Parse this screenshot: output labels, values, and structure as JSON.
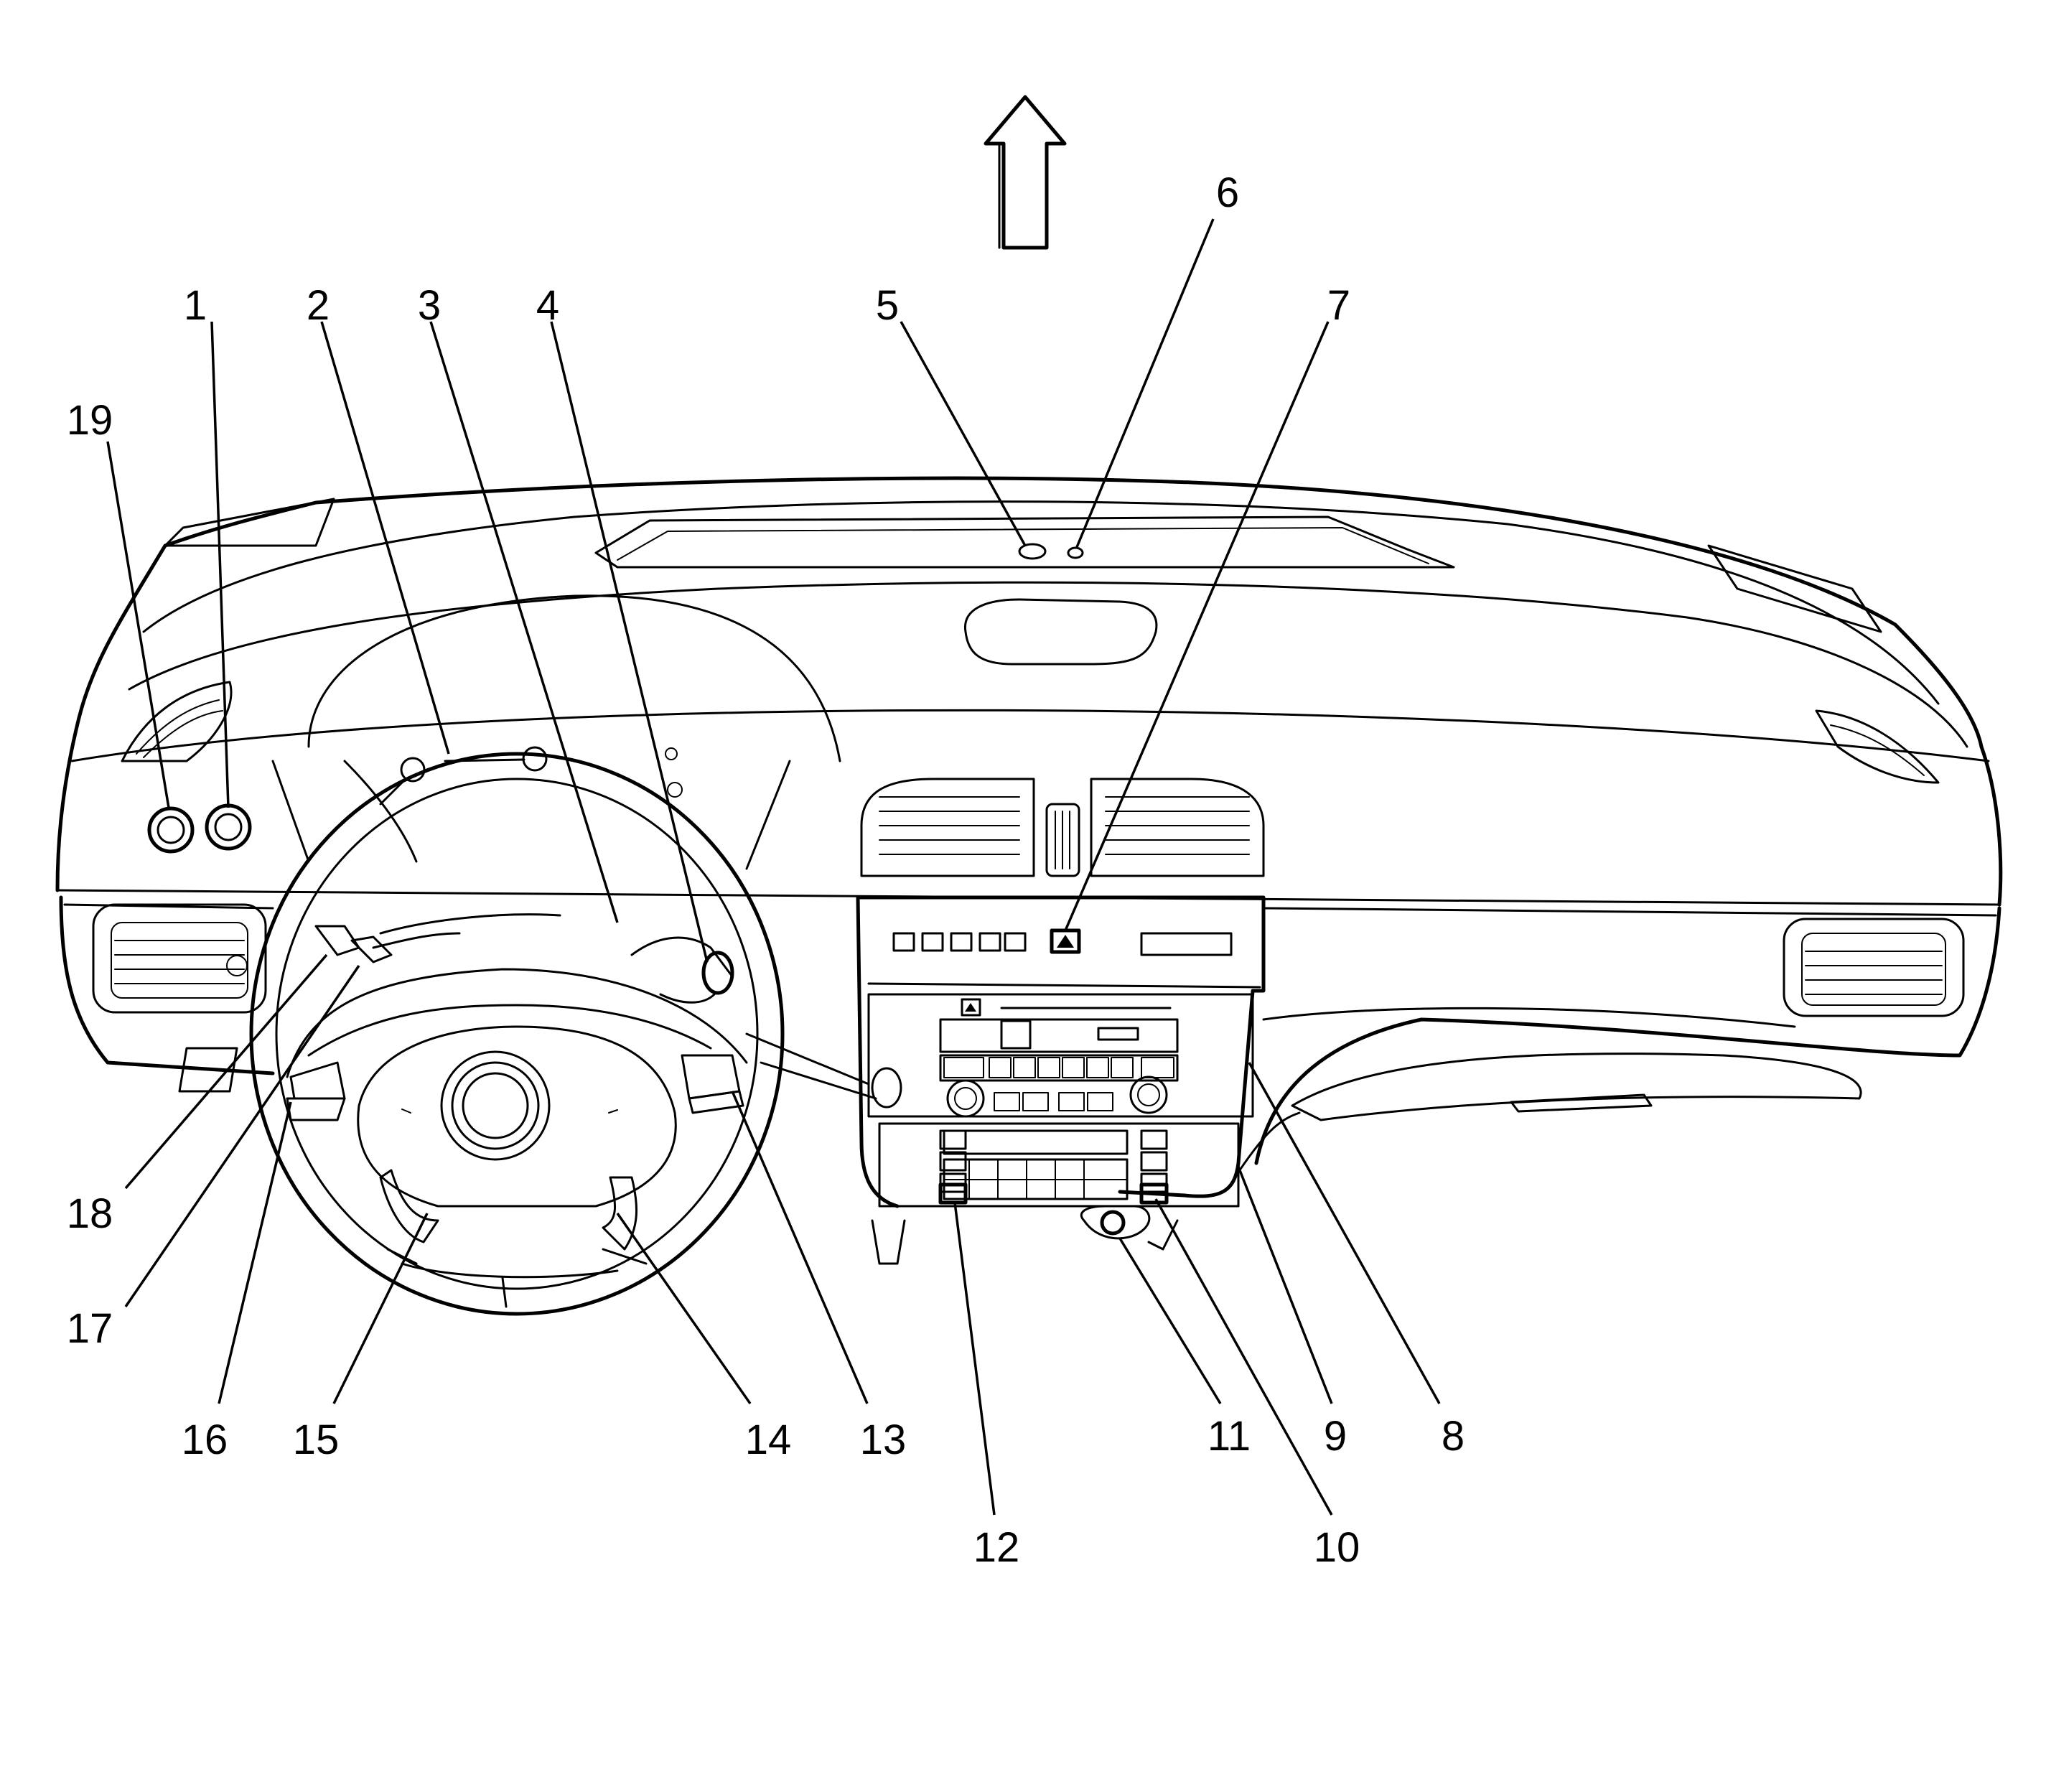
{
  "diagram": {
    "subject": "instrument panel (dashboard) component locator",
    "forward_arrow_icon": "up-arrow-icon",
    "colors": {
      "line": "#000000",
      "background": "#ffffff"
    }
  },
  "callouts": [
    {
      "id": "c1",
      "label": "1"
    },
    {
      "id": "c2",
      "label": "2"
    },
    {
      "id": "c3",
      "label": "3"
    },
    {
      "id": "c4",
      "label": "4"
    },
    {
      "id": "c5",
      "label": "5"
    },
    {
      "id": "c6",
      "label": "6"
    },
    {
      "id": "c7",
      "label": "7"
    },
    {
      "id": "c8",
      "label": "8"
    },
    {
      "id": "c9",
      "label": "9"
    },
    {
      "id": "c10",
      "label": "10"
    },
    {
      "id": "c11",
      "label": "11"
    },
    {
      "id": "c12",
      "label": "12"
    },
    {
      "id": "c13",
      "label": "13"
    },
    {
      "id": "c14",
      "label": "14"
    },
    {
      "id": "c15",
      "label": "15"
    },
    {
      "id": "c16",
      "label": "16"
    },
    {
      "id": "c17",
      "label": "17"
    },
    {
      "id": "c18",
      "label": "18"
    },
    {
      "id": "c19",
      "label": "19"
    }
  ]
}
